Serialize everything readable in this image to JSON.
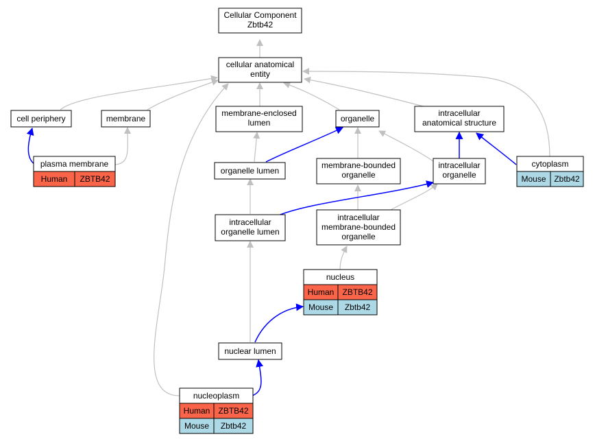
{
  "colors": {
    "human": "#fa6448",
    "mouse": "#add8e6",
    "gray_edge": "#c0c0c0",
    "blue_edge": "#0000ff"
  },
  "nodes": {
    "root": {
      "line1": "Cellular Component",
      "line2": "Zbtb42"
    },
    "cae": {
      "line1": "cellular anatomical",
      "line2": "entity"
    },
    "cell_periphery": {
      "label": "cell periphery"
    },
    "membrane": {
      "label": "membrane"
    },
    "mel": {
      "line1": "membrane-enclosed",
      "line2": "lumen"
    },
    "organelle": {
      "label": "organelle"
    },
    "ias": {
      "line1": "intracellular",
      "line2": "anatomical structure"
    },
    "plasma_membrane": {
      "label": "plasma membrane",
      "species": "Human",
      "gene": "ZBTB42"
    },
    "organelle_lumen": {
      "label": "organelle lumen"
    },
    "mbo": {
      "line1": "membrane-bounded",
      "line2": "organelle"
    },
    "intracellular_organelle": {
      "line1": "intracellular",
      "line2": "organelle"
    },
    "cytoplasm": {
      "label": "cytoplasm",
      "species": "Mouse",
      "gene": "Zbtb42"
    },
    "iol": {
      "line1": "intracellular",
      "line2": "organelle lumen"
    },
    "imbo": {
      "line1": "intracellular",
      "line2": "membrane-bounded",
      "line3": "organelle"
    },
    "nucleus": {
      "label": "nucleus",
      "species1": "Human",
      "gene1": "ZBTB42",
      "species2": "Mouse",
      "gene2": "Zbtb42"
    },
    "nuclear_lumen": {
      "label": "nuclear lumen"
    },
    "nucleoplasm": {
      "label": "nucleoplasm",
      "species1": "Human",
      "gene1": "ZBTB42",
      "species2": "Mouse",
      "gene2": "Zbtb42"
    }
  }
}
